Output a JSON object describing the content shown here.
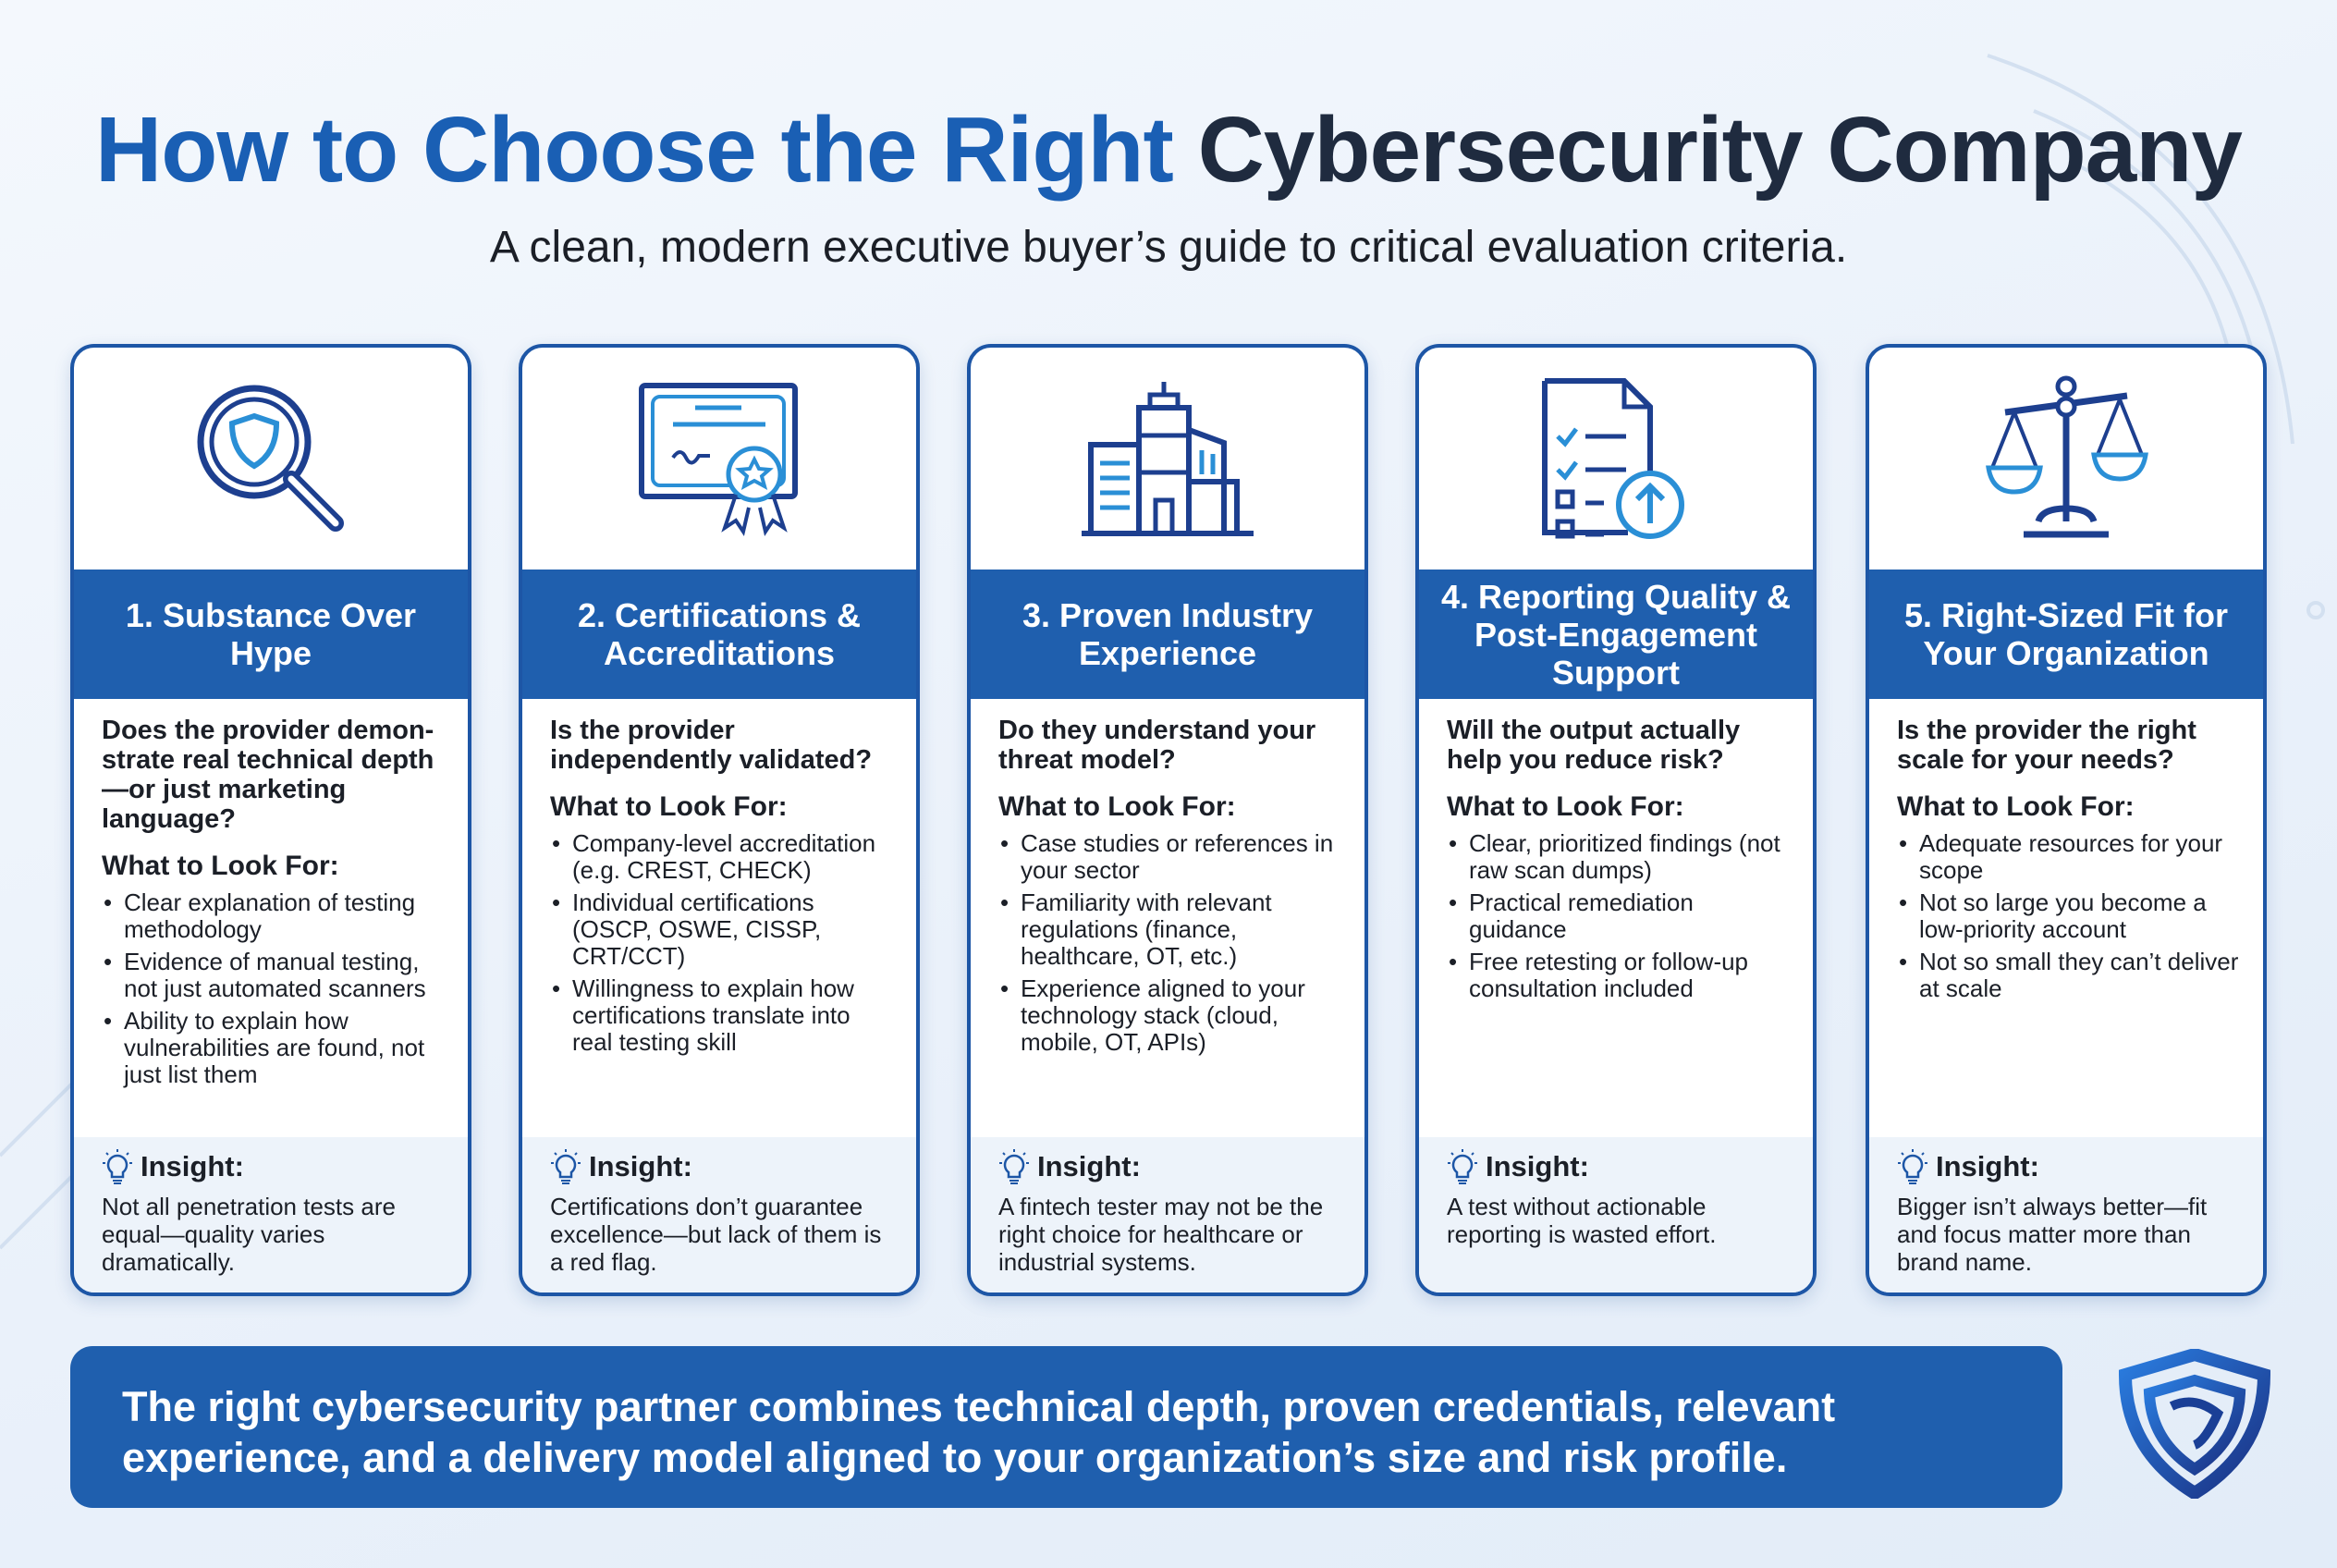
{
  "title": {
    "part1": "How to Choose the Right",
    "part2": "Cybersecurity Company"
  },
  "subtitle": "A clean, modern executive buyer’s guide to critical evaluation criteria.",
  "colors": {
    "accent": "#1f5fae",
    "title_blue": "#1a5fb4",
    "title_dark": "#1f2b3f",
    "insight_bg": "#edf3fa"
  },
  "look_for_label": "What to Look For:",
  "insight_label": "Insight:",
  "cards": [
    {
      "icon": "magnifier-shield-icon",
      "title": "1. Substance Over Hype",
      "question": "Does the provider demon-strate real technical depth—or just marketing language?",
      "items": [
        "Clear explanation of testing methodology",
        "Evidence of manual testing, not just automated scanners",
        "Ability to explain how vulnerabilities are found, not just list them"
      ],
      "insight": "Not all penetration tests are equal—quality varies dramatically."
    },
    {
      "icon": "certificate-icon",
      "title": "2. Certifications & Accreditations",
      "question": "Is the provider independently validated?",
      "items": [
        "Company-level accreditation (e.g. CREST, CHECK)",
        "Individual certifications (OSCP, OSWE, CISSP, CRT/CCT)",
        "Willingness to explain how certifications translate into real testing skill"
      ],
      "insight": "Certifications don’t guarantee excellence—but lack of them is a red flag."
    },
    {
      "icon": "buildings-icon",
      "title": "3. Proven Industry Experience",
      "question": "Do they understand your threat model?",
      "items": [
        "Case studies or references in your sector",
        "Familiarity with relevant regulations (finance, healthcare, OT, etc.)",
        "Experience aligned to your technology stack (cloud, mobile, OT, APIs)"
      ],
      "insight": "A fintech tester may not be the right choice for healthcare or industrial systems."
    },
    {
      "icon": "report-checklist-icon",
      "title": "4. Reporting Quality & Post-Engagement Support",
      "question": "Will the output actually help you reduce risk?",
      "items": [
        "Clear, prioritized findings (not raw scan dumps)",
        "Practical remediation guidance",
        "Free retesting or follow-up consultation included"
      ],
      "insight": "A test without actionable reporting is wasted effort."
    },
    {
      "icon": "balance-scale-icon",
      "title": "5. Right-Sized Fit for Your Organization",
      "question": "Is the provider the right scale for your needs?",
      "items": [
        "Adequate resources for your scope",
        "Not so large you become a low-priority account",
        "Not so small they can’t deliver at scale"
      ],
      "insight": "Bigger isn’t always better—fit and focus matter more than brand name."
    }
  ],
  "banner": "The right cybersecurity partner combines technical depth, proven credentials, relevant experience, and a delivery model aligned to your organization’s size and risk profile.",
  "logo_icon": "shield-logo-icon"
}
